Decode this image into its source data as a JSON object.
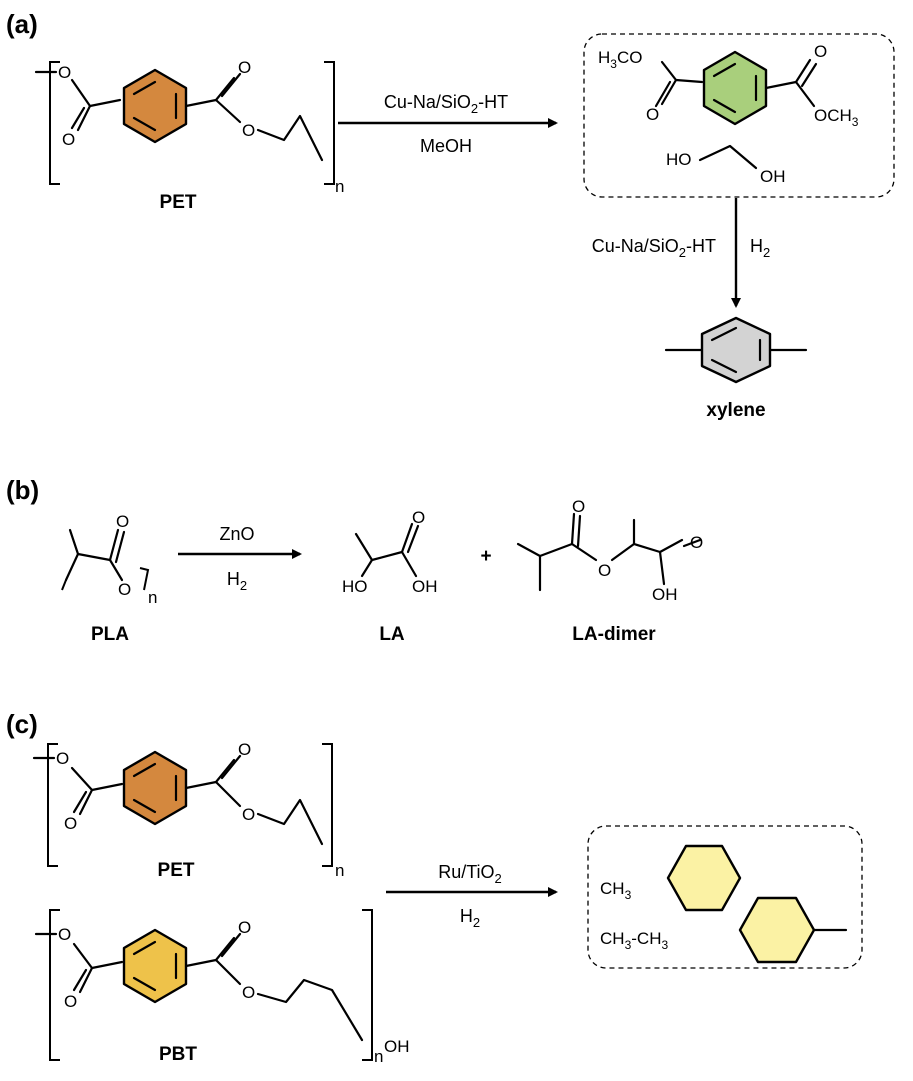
{
  "panels": {
    "a": {
      "tag": "(a)",
      "polymer": "PET",
      "repeat_n": "n",
      "conditions_top": "Cu-Na/SiO",
      "conditions_top_sub": "2",
      "conditions_top_tail": "-HT",
      "conditions_bottom": "MeOH",
      "intermediate_left_group": "H",
      "intermediate_left_group_sub": "3",
      "intermediate_left_group_tail": "CO",
      "intermediate_right_group": "OCH",
      "intermediate_right_group_sub": "3",
      "ester_o": "O",
      "glycol_ho": "HO",
      "glycol_oh": "OH",
      "down_catalyst": "Cu-Na/SiO",
      "down_catalyst_sub": "2",
      "down_catalyst_tail": "-HT",
      "down_reagent": "H",
      "down_reagent_sub": "2",
      "product": "xylene",
      "ring_colors": {
        "pet": "#d4883e",
        "intermediate": "#a9cf7c",
        "product": "#d3d3d3"
      }
    },
    "b": {
      "tag": "(b)",
      "polymer": "PLA",
      "repeat_n": "n",
      "conditions_top": "ZnO",
      "conditions_bottom": "H",
      "conditions_bottom_sub": "2",
      "product1": "LA",
      "product2": "LA-dimer",
      "plus": "+",
      "o": "O",
      "ho": "HO",
      "oh": "OH"
    },
    "c": {
      "tag": "(c)",
      "polymer1": "PET",
      "polymer2": "PBT",
      "repeat_n": "n",
      "end_oh": "OH",
      "conditions_top": "Ru/TiO",
      "conditions_top_sub": "2",
      "conditions_bottom": "H",
      "conditions_bottom_sub": "2",
      "product_methane": "CH",
      "product_methane_sub": "3",
      "product_ethane_a": "CH",
      "product_ethane_a_sub": "3",
      "product_ethane_mid": "-CH",
      "product_ethane_b_sub": "3",
      "ring_colors": {
        "pet": "#d4883e",
        "pbt": "#eec24a",
        "product": "#fbf2a4"
      }
    }
  }
}
